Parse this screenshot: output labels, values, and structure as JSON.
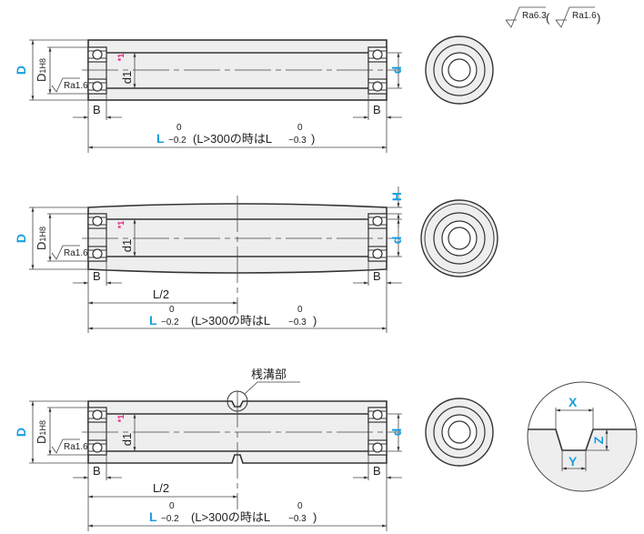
{
  "roughness": {
    "main": "Ra6.3",
    "bracket": "Ra1.6",
    "bore": "Ra1.6"
  },
  "labels": {
    "D": "D",
    "D1": "D",
    "D1_sub": "1H8",
    "d1": "d1",
    "note": "*1",
    "d": "d",
    "H": "H",
    "B": "B",
    "L": "L",
    "half": "L/2",
    "tol_upper": "0",
    "tol_lower": "−0.2",
    "tol_text": "(L>300の時はL",
    "tol_lower2": "−0.3",
    "tol_close": ")",
    "groove": "桟溝部",
    "X": "X",
    "Y": "Y",
    "Z": "Z"
  },
  "colors": {
    "accent": "#1a9ee0",
    "note": "#e0237c"
  }
}
